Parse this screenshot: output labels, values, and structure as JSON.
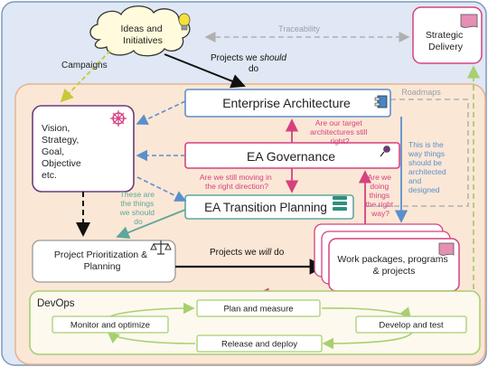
{
  "nodes": {
    "ideas": [
      "Ideas and",
      "Initiatives"
    ],
    "strategic_delivery": [
      "Strategic",
      "Delivery"
    ],
    "enterprise_architecture": "Enterprise Architecture",
    "ea_governance": "EA Governance",
    "ea_transition_planning": "EA Transition Planning",
    "vision": [
      "Vision,",
      "Strategy,",
      "Goal,",
      "Objective",
      "etc."
    ],
    "project_prioritization": [
      "Project Prioritization &",
      "Planning"
    ],
    "work_packages": [
      "Work packages, programs",
      "& projects"
    ],
    "devops": "DevOps",
    "plan_and_measure": "Plan and measure",
    "monitor_and_optimize": "Monitor and optimize",
    "develop_and_test": "Develop and test",
    "release_and_deploy": "Release and deploy"
  },
  "labels": {
    "traceability": "Traceability",
    "campaigns": "Campaigns",
    "projects_should": [
      "Projects we ",
      "should",
      "do"
    ],
    "roadmaps": "Roadmaps",
    "target_question": [
      "Are our target",
      "architectures still",
      "right?"
    ],
    "direction_question": [
      "Are we still moving in",
      "the right direction?"
    ],
    "things_we_should_do": [
      "These are",
      "the things",
      "we should",
      "do"
    ],
    "doing_right_ways": [
      "Are we",
      "doing",
      "things",
      "the right",
      "way?"
    ],
    "way_things_architected": [
      "This is the",
      "way things",
      "should be",
      "architected",
      "and",
      "designed"
    ],
    "projects_will": [
      "Projects we ",
      "will",
      " do"
    ]
  },
  "colors": {
    "outer_bg": "#dfe8f4",
    "outer_border": "#7d98be",
    "inner_bg": "#fbe7d6",
    "inner_border": "#e7b28c",
    "blue": "#5b8fcb",
    "pink": "#d5427f",
    "green": "#5ea79a",
    "lightgreen": "#a8cf70",
    "grey": "#b0b0b0",
    "purple": "#6b3c7c"
  }
}
